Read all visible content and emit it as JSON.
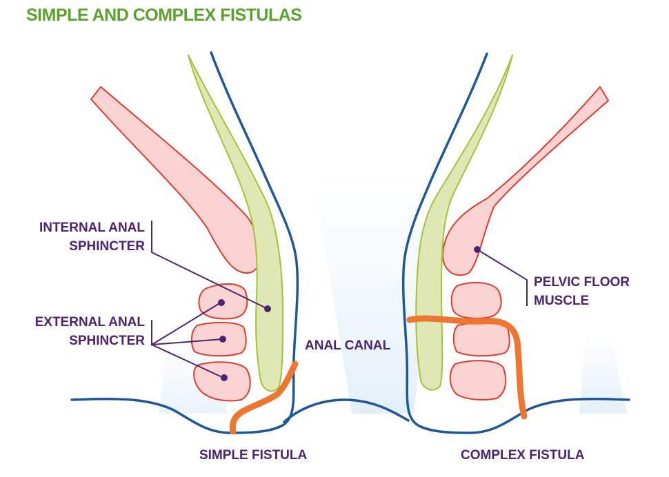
{
  "title": "SIMPLE AND COMPLEX FISTULAS",
  "labels": {
    "internal_anal_sphincter": [
      "INTERNAL ANAL",
      "SPHINCTER"
    ],
    "external_anal_sphincter": [
      "EXTERNAL ANAL",
      "SPHINCTER"
    ],
    "anal_canal": "ANAL CANAL",
    "pelvic_floor_muscle": [
      "PELVIC FLOOR",
      "MUSCLE"
    ]
  },
  "captions": {
    "simple": "SIMPLE FISTULA",
    "complex": "COMPLEX FISTULA"
  },
  "colors": {
    "title": "#5aa32a",
    "label_text": "#4a2372",
    "leader_line": "#4a2372",
    "canal_wall": "#1f5699",
    "muscle_fill": "#f8d3d1",
    "muscle_stroke": "#e23b2b",
    "internal_sphincter_fill": "#dfe8b5",
    "internal_sphincter_stroke": "#9fc33a",
    "fistula": "#ef7631",
    "background_glow": "#eaf3fb"
  }
}
